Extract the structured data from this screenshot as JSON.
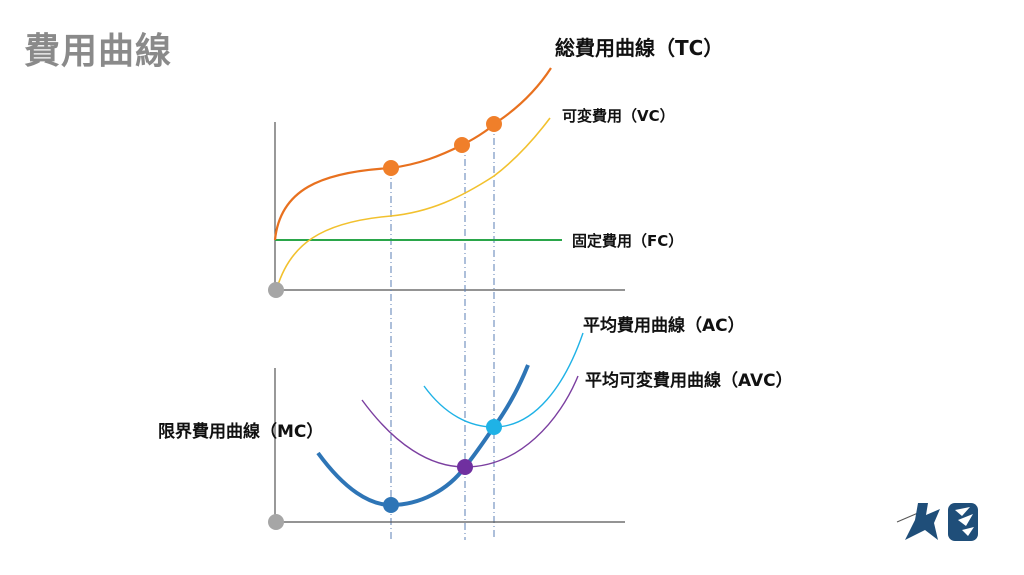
{
  "title": "費用曲線",
  "labels": {
    "tc": "総費用曲線（TC）",
    "vc": "可変費用（VC）",
    "fc": "固定費用（FC）",
    "ac": "平均費用曲線（AC）",
    "avc": "平均可変費用曲線（AVC）",
    "mc": "限界費用曲線（MC）"
  },
  "colors": {
    "tc": "#e8711f",
    "vc": "#f2c12e",
    "fc": "#2aa64a",
    "mc": "#2e75b6",
    "avc": "#7b3fa0",
    "ac": "#1fb2e6",
    "axis": "#555555",
    "origin": "#a6a6a6",
    "logo": "#1f4e79"
  },
  "logo_text": "logo"
}
